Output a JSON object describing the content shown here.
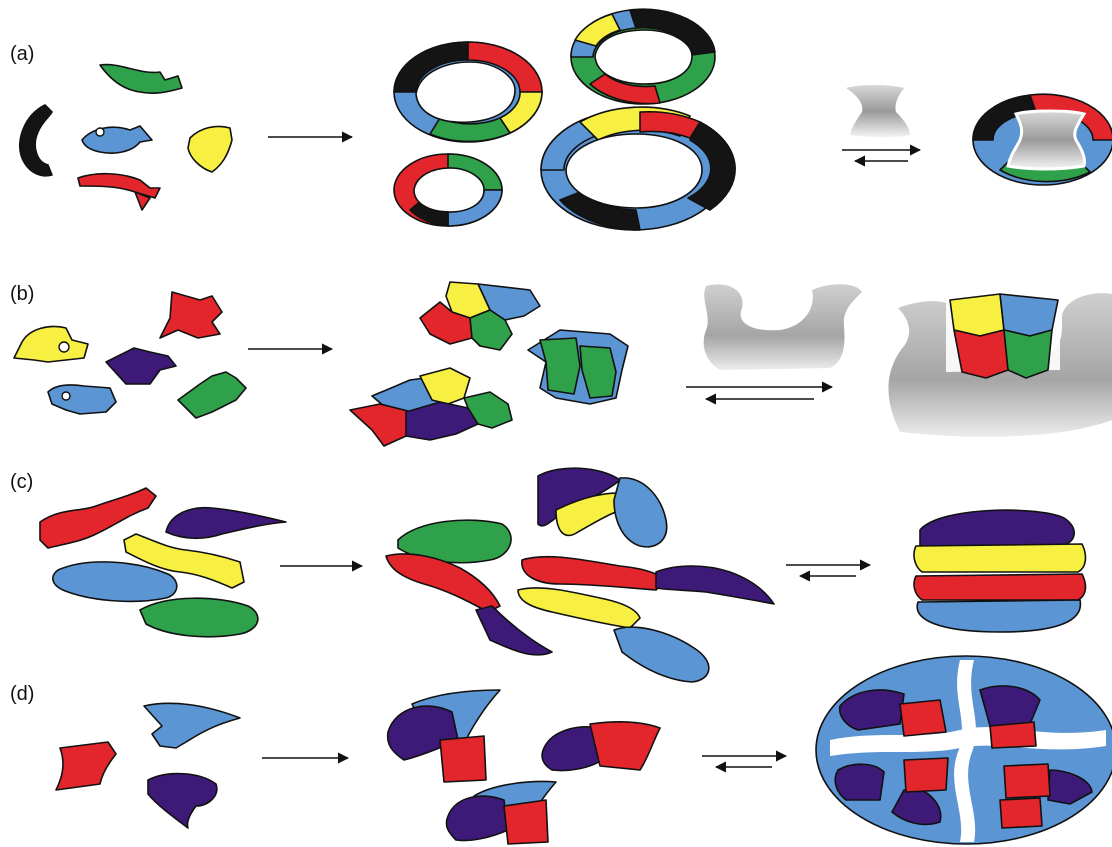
{
  "colors": {
    "black": "#141414",
    "blue": "#5b95d4",
    "green": "#2fa14a",
    "yellow": "#f7f042",
    "red": "#e2262b",
    "purple": "#3d1a78",
    "gray_light": "#e4e4e4",
    "gray_dark": "#8a8a8a"
  },
  "rows": [
    {
      "id": "a",
      "label": "(a)"
    },
    {
      "id": "b",
      "label": "(b)"
    },
    {
      "id": "c",
      "label": "(c)"
    },
    {
      "id": "d",
      "label": "(d)"
    }
  ]
}
